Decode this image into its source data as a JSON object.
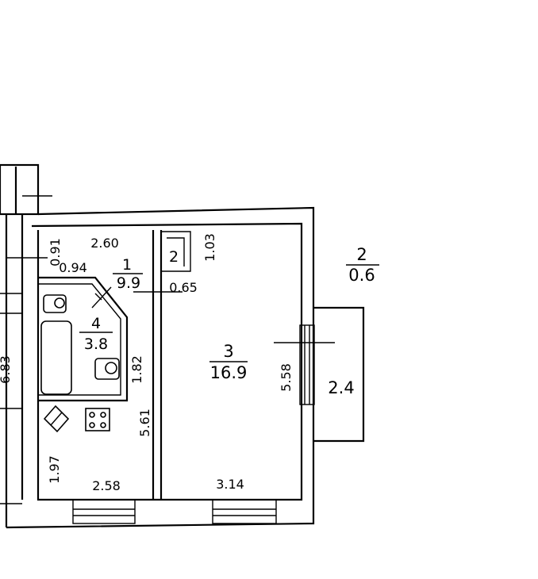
{
  "rooms": [
    {
      "number": "1",
      "area": "9.9"
    },
    {
      "number": "2",
      "area": "0.6"
    },
    {
      "number": "3",
      "area": "16.9"
    },
    {
      "number": "4",
      "area": "3.8"
    }
  ],
  "closet_number": "2",
  "dimensions": {
    "hall_top": "2.60",
    "hall_left_top": "0.91",
    "hall_left": "0.94",
    "closet_depth": "1.03",
    "closet_width": "0.65",
    "bath_height": "1.82",
    "corridor_height": "5.61",
    "kitchen_height": "1.97",
    "kitchen_width": "2.58",
    "room3_height": "5.58",
    "room3_width": "3.14",
    "balcony_width": "2.4",
    "left_side": "6.83"
  }
}
